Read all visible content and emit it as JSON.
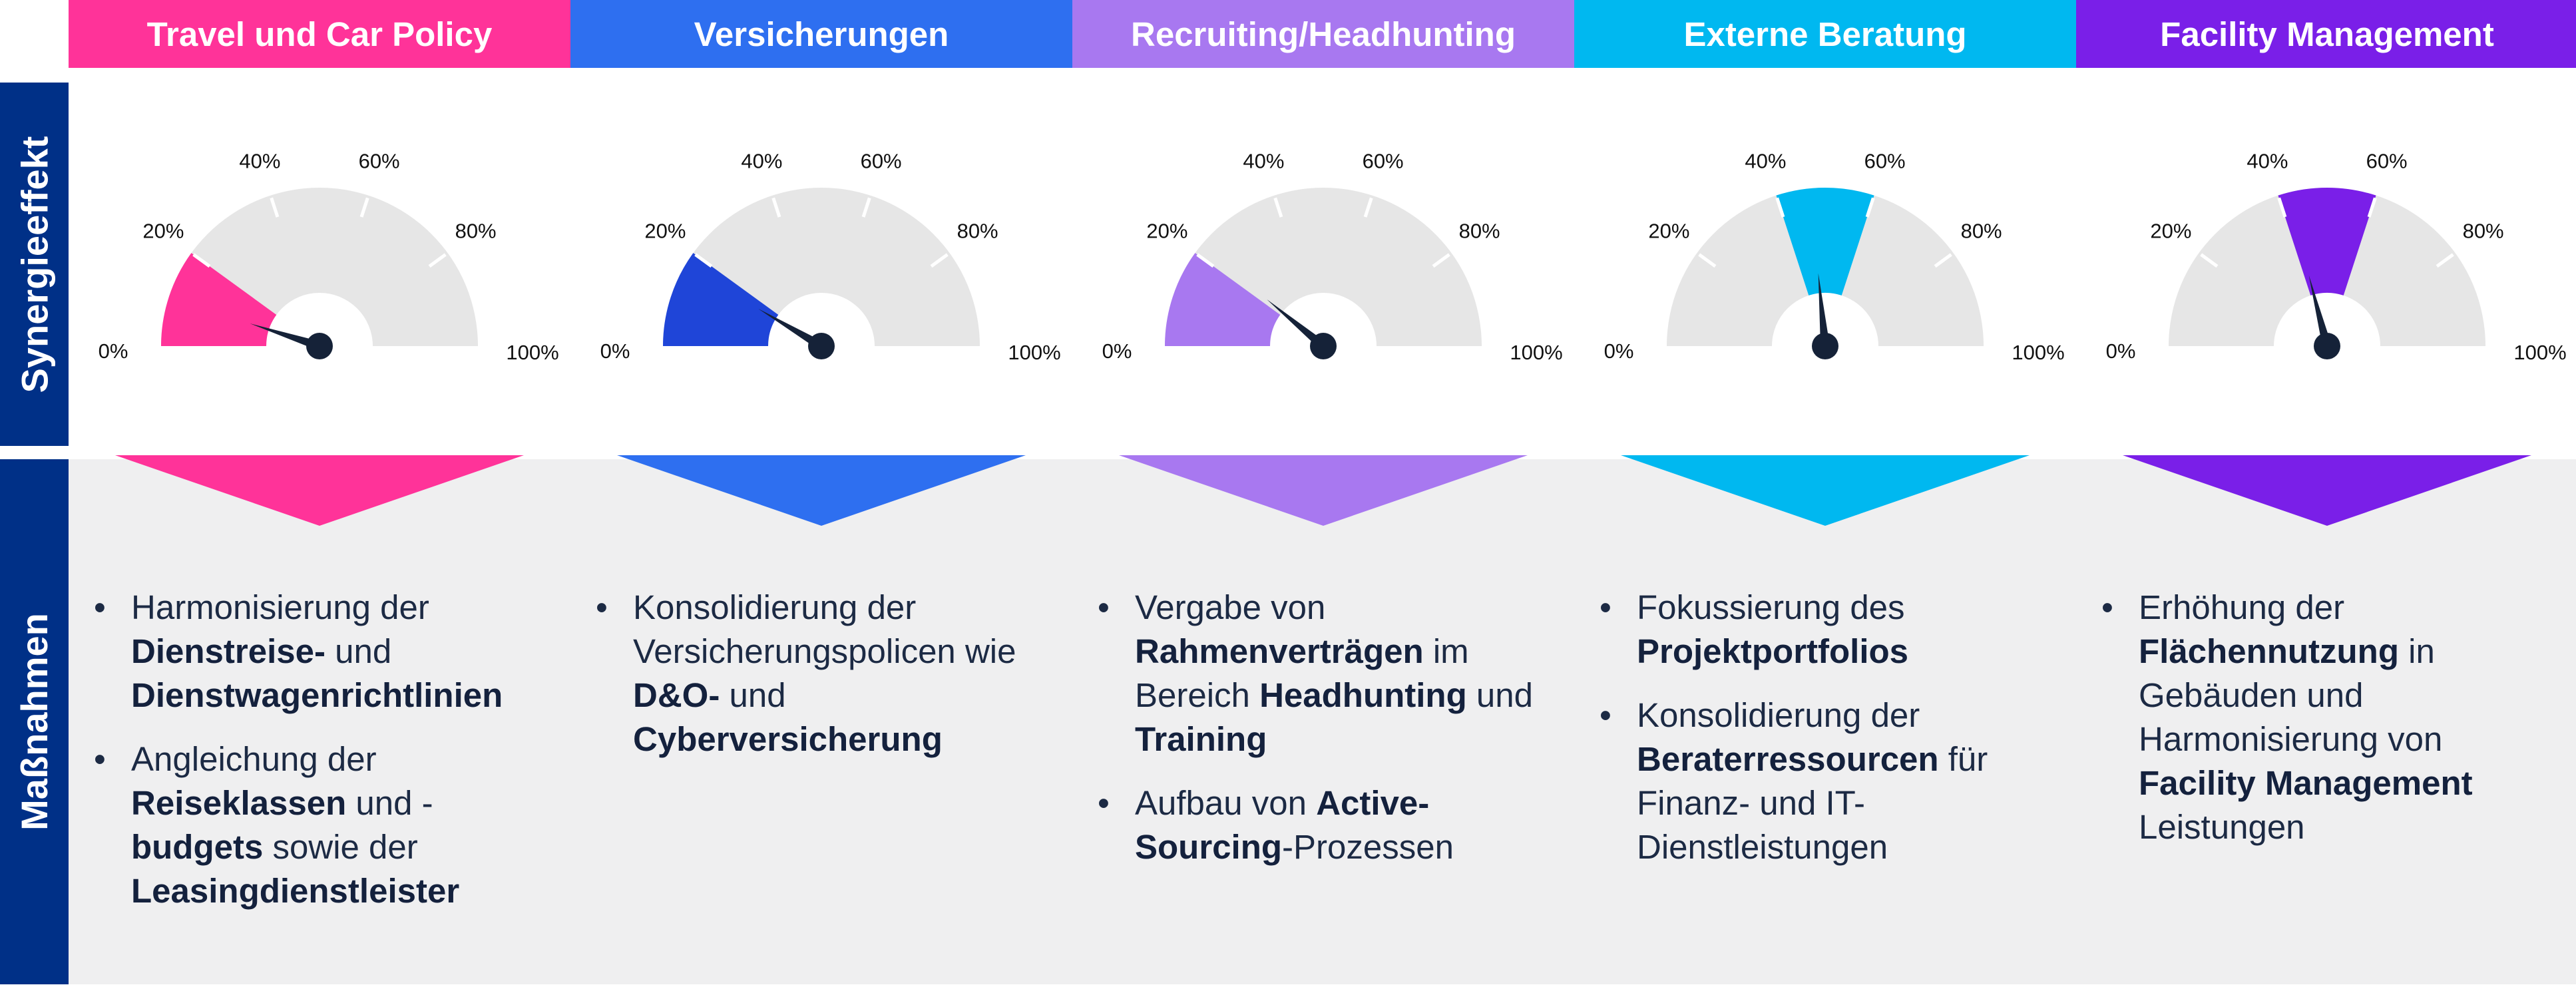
{
  "side_labels": {
    "top": "Synergieeffekt",
    "bottom": "Maßnahmen"
  },
  "tick_labels": [
    "0%",
    "20%",
    "40%",
    "60%",
    "80%",
    "100%"
  ],
  "colors": {
    "navy": "#003087",
    "gauge_track": "#e6e6e6",
    "needle": "#152238",
    "panel_bg": "#efeff0"
  },
  "chart_data": {
    "type": "gauge",
    "range": [
      0,
      100
    ],
    "gauges": [
      {
        "name": "Travel und Car Policy",
        "band": [
          0,
          20
        ],
        "needle": 10
      },
      {
        "name": "Versicherungen",
        "band": [
          0,
          20
        ],
        "needle": 17
      },
      {
        "name": "Recruiting/Headhunting",
        "band": [
          0,
          20
        ],
        "needle": 22
      },
      {
        "name": "Externe Beratung",
        "band": [
          40,
          60
        ],
        "needle": 47
      },
      {
        "name": "Facility Management",
        "band": [
          40,
          60
        ],
        "needle": 42
      }
    ]
  },
  "columns": [
    {
      "title": "Travel und Car Policy",
      "color": "#ff3399",
      "measures": [
        [
          {
            "t": "Harmonisierung der "
          },
          {
            "t": "Dienstreise-",
            "b": true
          },
          {
            "t": " und "
          },
          {
            "t": "Dienstwagenrichtlinien",
            "b": true
          }
        ],
        [
          {
            "t": "Angleichung der "
          },
          {
            "t": "Reiseklassen",
            "b": true
          },
          {
            "t": " und -"
          },
          {
            "t": "budgets",
            "b": true
          },
          {
            "t": " sowie der "
          },
          {
            "t": "Leasingdienstleister",
            "b": true
          }
        ]
      ]
    },
    {
      "title": "Versicherungen",
      "color": "#2e6ff0",
      "band_color": "#1f45d8",
      "measures": [
        [
          {
            "t": "Konsolidierung der Versicherungspolicen wie "
          },
          {
            "t": "D&O-",
            "b": true
          },
          {
            "t": " und "
          },
          {
            "t": "Cyberversicherung",
            "b": true
          }
        ]
      ]
    },
    {
      "title": "Recruiting/Headhunting",
      "color": "#a878f0",
      "measures": [
        [
          {
            "t": "Vergabe von "
          },
          {
            "t": "Rahmenverträgen",
            "b": true
          },
          {
            "t": " im Bereich "
          },
          {
            "t": "Headhunting",
            "b": true
          },
          {
            "t": " und "
          },
          {
            "t": "Training",
            "b": true
          }
        ],
        [
          {
            "t": "Aufbau von "
          },
          {
            "t": "Active-Sourcing",
            "b": true
          },
          {
            "t": "-Prozessen"
          }
        ]
      ]
    },
    {
      "title": "Externe Beratung",
      "color": "#00b8f0",
      "measures": [
        [
          {
            "t": "Fokussierung des "
          },
          {
            "t": "Projektportfolios",
            "b": true
          }
        ],
        [
          {
            "t": "Konsolidierung der "
          },
          {
            "t": "Beraterressourcen",
            "b": true
          },
          {
            "t": " für Finanz- und IT-Dienstleistungen"
          }
        ]
      ]
    },
    {
      "title": "Facility Management",
      "color": "#7a1fe8",
      "measures": [
        [
          {
            "t": "Erhöhung der "
          },
          {
            "t": "Flächennutzung",
            "b": true
          },
          {
            "t": " in Gebäuden und Harmonisierung von "
          },
          {
            "t": "Facility Management",
            "b": true
          },
          {
            "t": " Leistungen"
          }
        ]
      ]
    }
  ]
}
